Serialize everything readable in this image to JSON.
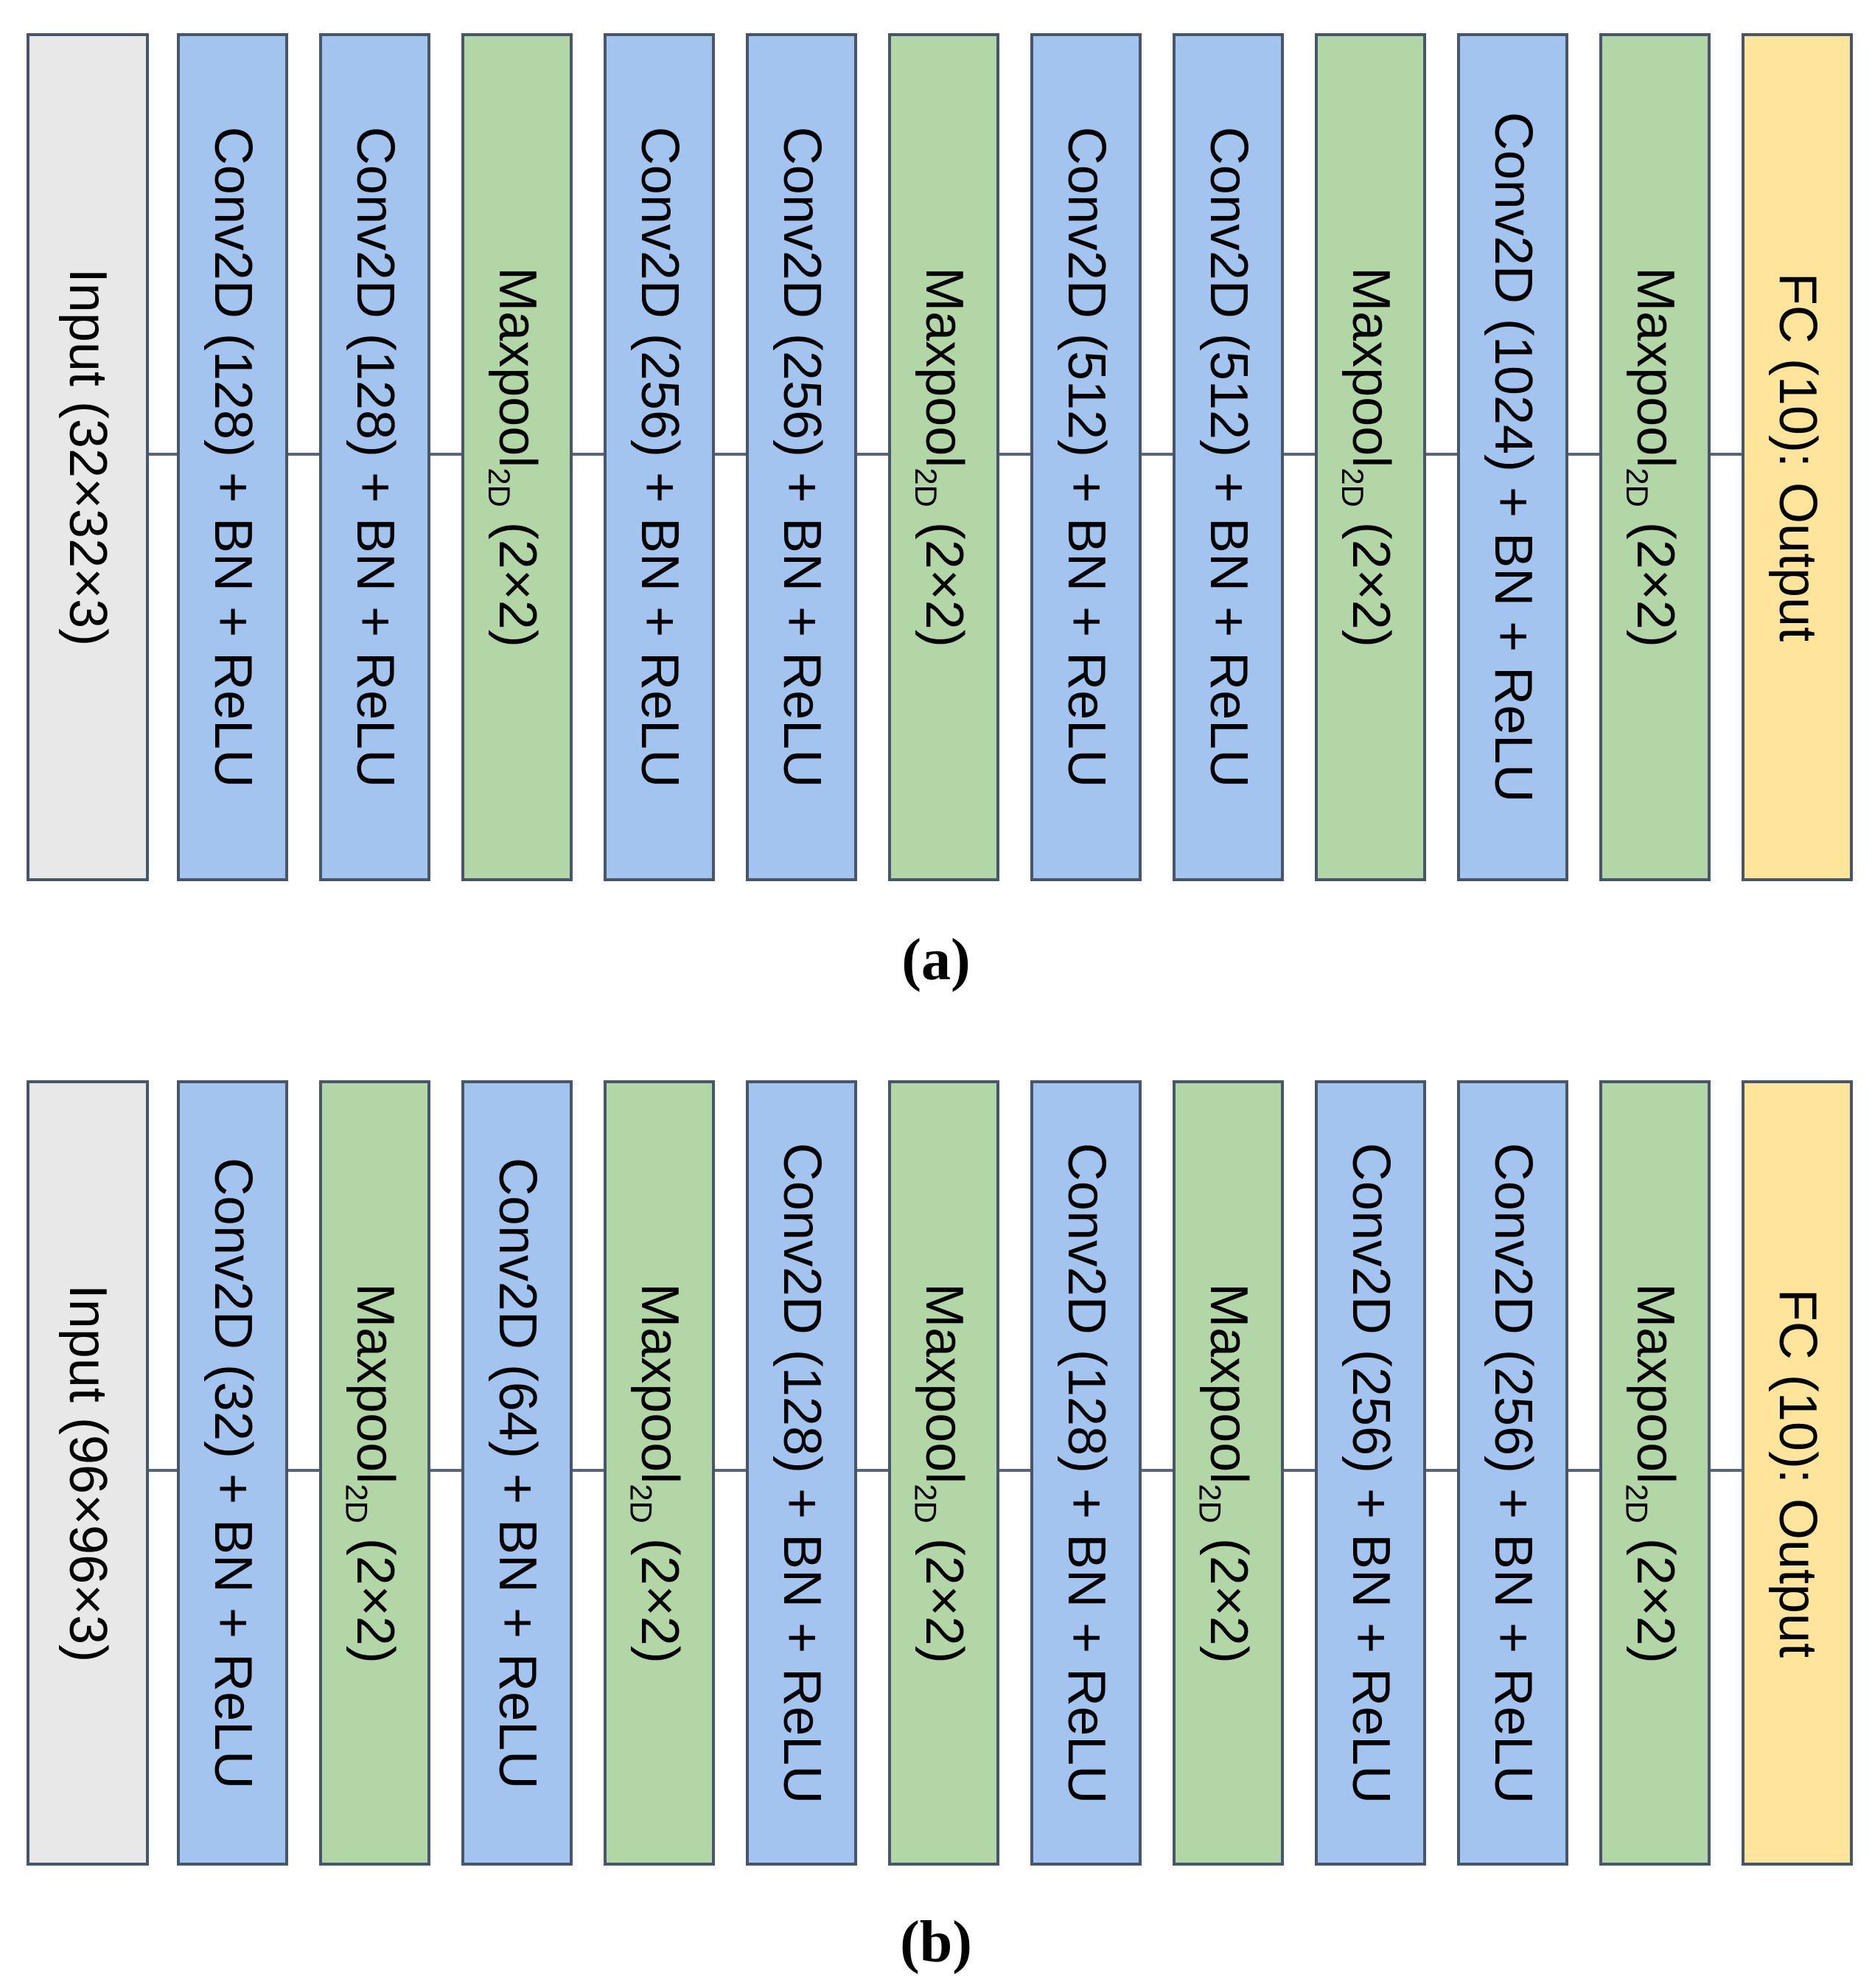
{
  "figure": {
    "background": "#ffffff",
    "border_color": "#47566b",
    "connector_color": "#566579",
    "block_colors": {
      "input": "#e8e8e8",
      "conv": "#a2c4ee",
      "pool": "#b2d6a6",
      "fc": "#ffe49c"
    },
    "panels": [
      {
        "label": "(a)",
        "blocks": [
          {
            "kind": "input",
            "parts": [
              {
                "t": "Input (32×32×3)"
              }
            ]
          },
          {
            "kind": "conv",
            "parts": [
              {
                "t": "Conv2D (128) + BN + ReLU"
              }
            ]
          },
          {
            "kind": "conv",
            "parts": [
              {
                "t": "Conv2D (128) + BN + ReLU"
              }
            ]
          },
          {
            "kind": "pool",
            "parts": [
              {
                "t": "Maxpool"
              },
              {
                "t": "2D",
                "sub": true
              },
              {
                "t": " (2×2)"
              }
            ]
          },
          {
            "kind": "conv",
            "parts": [
              {
                "t": "Conv2D (256) + BN + ReLU"
              }
            ]
          },
          {
            "kind": "conv",
            "parts": [
              {
                "t": "Conv2D (256) + BN + ReLU"
              }
            ]
          },
          {
            "kind": "pool",
            "parts": [
              {
                "t": "Maxpool"
              },
              {
                "t": "2D",
                "sub": true
              },
              {
                "t": " (2×2)"
              }
            ]
          },
          {
            "kind": "conv",
            "parts": [
              {
                "t": "Conv2D (512) + BN + ReLU"
              }
            ]
          },
          {
            "kind": "conv",
            "parts": [
              {
                "t": "Conv2D (512) + BN + ReLU"
              }
            ]
          },
          {
            "kind": "pool",
            "parts": [
              {
                "t": "Maxpool"
              },
              {
                "t": "2D",
                "sub": true
              },
              {
                "t": " (2×2)"
              }
            ]
          },
          {
            "kind": "conv",
            "parts": [
              {
                "t": "Conv2D (1024) + BN + ReLU"
              }
            ]
          },
          {
            "kind": "pool",
            "parts": [
              {
                "t": "Maxpool"
              },
              {
                "t": "2D",
                "sub": true
              },
              {
                "t": " (2×2)"
              }
            ]
          },
          {
            "kind": "fc",
            "parts": [
              {
                "t": "FC (10): Output"
              }
            ]
          }
        ]
      },
      {
        "label": "(b)",
        "blocks": [
          {
            "kind": "input",
            "parts": [
              {
                "t": "Input (96×96×3)"
              }
            ]
          },
          {
            "kind": "conv",
            "parts": [
              {
                "t": "Conv2D (32) + BN + ReLU"
              }
            ]
          },
          {
            "kind": "pool",
            "parts": [
              {
                "t": "Maxpool"
              },
              {
                "t": "2D",
                "sub": true
              },
              {
                "t": " (2×2)"
              }
            ]
          },
          {
            "kind": "conv",
            "parts": [
              {
                "t": "Conv2D (64) + BN + ReLU"
              }
            ]
          },
          {
            "kind": "pool",
            "parts": [
              {
                "t": "Maxpool"
              },
              {
                "t": "2D",
                "sub": true
              },
              {
                "t": " (2×2)"
              }
            ]
          },
          {
            "kind": "conv",
            "parts": [
              {
                "t": "Conv2D (128) + BN + ReLU"
              }
            ]
          },
          {
            "kind": "pool",
            "parts": [
              {
                "t": "Maxpool"
              },
              {
                "t": "2D",
                "sub": true
              },
              {
                "t": " (2×2)"
              }
            ]
          },
          {
            "kind": "conv",
            "parts": [
              {
                "t": "Conv2D (128) + BN + ReLU"
              }
            ]
          },
          {
            "kind": "pool",
            "parts": [
              {
                "t": "Maxpool"
              },
              {
                "t": "2D",
                "sub": true
              },
              {
                "t": " (2×2)"
              }
            ]
          },
          {
            "kind": "conv",
            "parts": [
              {
                "t": "Conv2D (256) + BN + ReLU"
              }
            ]
          },
          {
            "kind": "conv",
            "parts": [
              {
                "t": "Conv2D (256) + BN + ReLU"
              }
            ]
          },
          {
            "kind": "pool",
            "parts": [
              {
                "t": "Maxpool"
              },
              {
                "t": "2D",
                "sub": true
              },
              {
                "t": " (2×2)"
              }
            ]
          },
          {
            "kind": "fc",
            "parts": [
              {
                "t": "FC (10): Output"
              }
            ]
          }
        ]
      }
    ]
  }
}
